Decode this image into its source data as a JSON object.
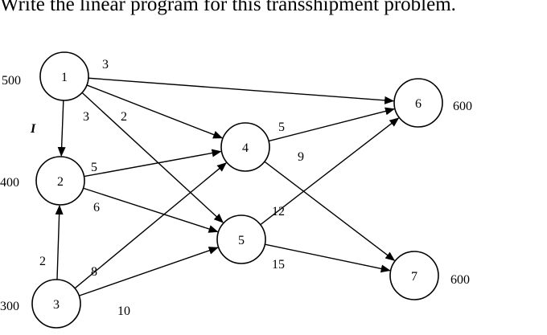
{
  "title": "Write the linear program for this transshipment problem.",
  "annotation": "I",
  "nodes": [
    {
      "id": "1",
      "supply_demand": "500"
    },
    {
      "id": "2",
      "supply_demand": "400"
    },
    {
      "id": "3",
      "supply_demand": "300"
    },
    {
      "id": "4",
      "supply_demand": ""
    },
    {
      "id": "5",
      "supply_demand": ""
    },
    {
      "id": "6",
      "supply_demand": "600"
    },
    {
      "id": "7",
      "supply_demand": "600"
    }
  ],
  "edges": [
    {
      "from": "1",
      "to": "6",
      "cost": "3"
    },
    {
      "from": "1",
      "to": "2",
      "cost": "3"
    },
    {
      "from": "1",
      "to": "4",
      "cost": "2"
    },
    {
      "from": "1",
      "to": "5",
      "cost": ""
    },
    {
      "from": "2",
      "to": "4",
      "cost": "5"
    },
    {
      "from": "2",
      "to": "5",
      "cost": "6"
    },
    {
      "from": "3",
      "to": "2",
      "cost": "2"
    },
    {
      "from": "3",
      "to": "4",
      "cost": "8"
    },
    {
      "from": "3",
      "to": "5",
      "cost": "10"
    },
    {
      "from": "4",
      "to": "6",
      "cost": "5"
    },
    {
      "from": "4",
      "to": "7",
      "cost": "9"
    },
    {
      "from": "5",
      "to": "6",
      "cost": "12"
    },
    {
      "from": "5",
      "to": "7",
      "cost": "15"
    }
  ]
}
